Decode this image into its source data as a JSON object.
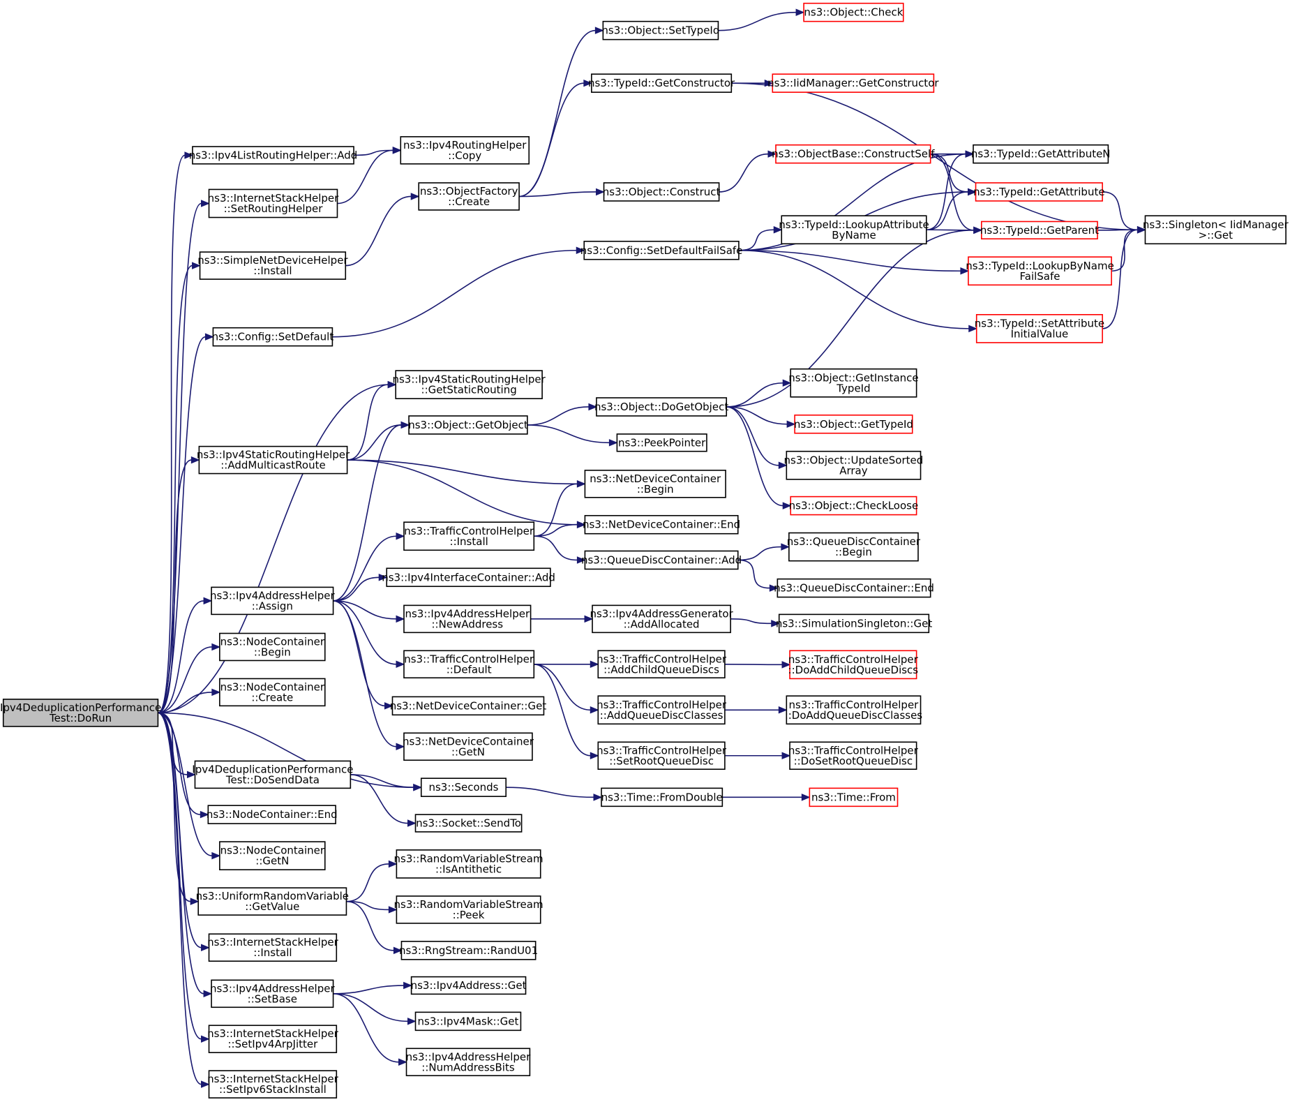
{
  "colors": {
    "edge": "#191970",
    "node_border": "#000000",
    "truncated_border": "#ff0000",
    "root_fill": "#bfbfbf",
    "background": "#ffffff"
  },
  "nodes": [
    {
      "id": "root",
      "lines": [
        "Ipv4DeduplicationPerformance",
        "Test::DoRun"
      ],
      "style": "root"
    },
    {
      "id": "lrh_add",
      "lines": [
        "ns3::Ipv4ListRoutingHelper::Add"
      ]
    },
    {
      "id": "ish_setrouting",
      "lines": [
        "ns3::InternetStackHelper",
        "::SetRoutingHelper"
      ]
    },
    {
      "id": "sndh_install",
      "lines": [
        "ns3::SimpleNetDeviceHelper",
        "::Install"
      ]
    },
    {
      "id": "cfg_setdefault",
      "lines": [
        "ns3::Config::SetDefault"
      ]
    },
    {
      "id": "srh_addmcast",
      "lines": [
        "ns3::Ipv4StaticRoutingHelper",
        "::AddMulticastRoute"
      ]
    },
    {
      "id": "iah_assign",
      "lines": [
        "ns3::Ipv4AddressHelper",
        "::Assign"
      ]
    },
    {
      "id": "nc_begin",
      "lines": [
        "ns3::NodeContainer",
        "::Begin"
      ]
    },
    {
      "id": "nc_create",
      "lines": [
        "ns3::NodeContainer",
        "::Create"
      ]
    },
    {
      "id": "dosend",
      "lines": [
        "Ipv4DeduplicationPerformance",
        "Test::DoSendData"
      ]
    },
    {
      "id": "nc_end",
      "lines": [
        "ns3::NodeContainer::End"
      ]
    },
    {
      "id": "nc_getn",
      "lines": [
        "ns3::NodeContainer",
        "::GetN"
      ]
    },
    {
      "id": "urv_getvalue",
      "lines": [
        "ns3::UniformRandomVariable",
        "::GetValue"
      ]
    },
    {
      "id": "ish_install",
      "lines": [
        "ns3::InternetStackHelper",
        "::Install"
      ]
    },
    {
      "id": "iah_setbase",
      "lines": [
        "ns3::Ipv4AddressHelper",
        "::SetBase"
      ]
    },
    {
      "id": "ish_arpjitter",
      "lines": [
        "ns3::InternetStackHelper",
        "::SetIpv4ArpJitter"
      ]
    },
    {
      "id": "ish_ipv6",
      "lines": [
        "ns3::InternetStackHelper",
        "::SetIpv6StackInstall"
      ]
    },
    {
      "id": "rh_copy",
      "lines": [
        "ns3::Ipv4RoutingHelper",
        "::Copy"
      ]
    },
    {
      "id": "of_create",
      "lines": [
        "ns3::ObjectFactory",
        "::Create"
      ]
    },
    {
      "id": "srh_getstatic",
      "lines": [
        "ns3::Ipv4StaticRoutingHelper",
        "::GetStaticRouting"
      ]
    },
    {
      "id": "obj_getobject",
      "lines": [
        "ns3::Object::GetObject"
      ]
    },
    {
      "id": "tch_install",
      "lines": [
        "ns3::TrafficControlHelper",
        "::Install"
      ]
    },
    {
      "id": "ifc_add",
      "lines": [
        "ns3::Ipv4InterfaceContainer::Add"
      ]
    },
    {
      "id": "iah_newaddr",
      "lines": [
        "ns3::Ipv4AddressHelper",
        "::NewAddress"
      ]
    },
    {
      "id": "tch_default",
      "lines": [
        "ns3::TrafficControlHelper",
        "::Default"
      ]
    },
    {
      "id": "ndc_get",
      "lines": [
        "ns3::NetDeviceContainer::Get"
      ]
    },
    {
      "id": "ndc_getn",
      "lines": [
        "ns3::NetDeviceContainer",
        "::GetN"
      ]
    },
    {
      "id": "seconds",
      "lines": [
        "ns3::Seconds"
      ]
    },
    {
      "id": "sock_sendto",
      "lines": [
        "ns3::Socket::SendTo"
      ]
    },
    {
      "id": "rvs_antithetic",
      "lines": [
        "ns3::RandomVariableStream",
        "::IsAntithetic"
      ]
    },
    {
      "id": "rvs_peek",
      "lines": [
        "ns3::RandomVariableStream",
        "::Peek"
      ]
    },
    {
      "id": "rng_randu01",
      "lines": [
        "ns3::RngStream::RandU01"
      ]
    },
    {
      "id": "addr_get",
      "lines": [
        "ns3::Ipv4Address::Get"
      ]
    },
    {
      "id": "mask_get",
      "lines": [
        "ns3::Ipv4Mask::Get"
      ]
    },
    {
      "id": "iah_numbits",
      "lines": [
        "ns3::Ipv4AddressHelper",
        "::NumAddressBits"
      ]
    },
    {
      "id": "obj_settypeid",
      "lines": [
        "ns3::Object::SetTypeId"
      ]
    },
    {
      "id": "tid_getctor",
      "lines": [
        "ns3::TypeId::GetConstructor"
      ]
    },
    {
      "id": "obj_construct",
      "lines": [
        "ns3::Object::Construct"
      ]
    },
    {
      "id": "cfg_failsafe",
      "lines": [
        "ns3::Config::SetDefaultFailSafe"
      ]
    },
    {
      "id": "obj_dogetobject",
      "lines": [
        "ns3::Object::DoGetObject"
      ]
    },
    {
      "id": "peekpointer",
      "lines": [
        "ns3::PeekPointer"
      ]
    },
    {
      "id": "ndc_begin",
      "lines": [
        "ns3::NetDeviceContainer",
        "::Begin"
      ]
    },
    {
      "id": "ndc_end",
      "lines": [
        "ns3::NetDeviceContainer::End"
      ]
    },
    {
      "id": "qdc_add",
      "lines": [
        "ns3::QueueDiscContainer::Add"
      ]
    },
    {
      "id": "iag_addalloc",
      "lines": [
        "ns3::Ipv4AddressGenerator",
        "::AddAllocated"
      ]
    },
    {
      "id": "tch_addchild",
      "lines": [
        "ns3::TrafficControlHelper",
        "::AddChildQueueDiscs"
      ]
    },
    {
      "id": "tch_addclasses",
      "lines": [
        "ns3::TrafficControlHelper",
        "::AddQueueDiscClasses"
      ]
    },
    {
      "id": "tch_setroot",
      "lines": [
        "ns3::TrafficControlHelper",
        "::SetRootQueueDisc"
      ]
    },
    {
      "id": "time_fromdouble",
      "lines": [
        "ns3::Time::FromDouble"
      ]
    },
    {
      "id": "obj_check",
      "lines": [
        "ns3::Object::Check"
      ],
      "style": "red"
    },
    {
      "id": "iid_getctor",
      "lines": [
        "ns3::IidManager::GetConstructor"
      ],
      "style": "red"
    },
    {
      "id": "ob_constructself",
      "lines": [
        "ns3::ObjectBase::ConstructSelf"
      ],
      "style": "red"
    },
    {
      "id": "tid_lookupattr",
      "lines": [
        "ns3::TypeId::LookupAttribute",
        "ByName"
      ]
    },
    {
      "id": "obj_getinstance",
      "lines": [
        "ns3::Object::GetInstance",
        "TypeId"
      ]
    },
    {
      "id": "obj_gettypeid",
      "lines": [
        "ns3::Object::GetTypeId"
      ],
      "style": "red"
    },
    {
      "id": "obj_updatesorted",
      "lines": [
        "ns3::Object::UpdateSorted",
        "Array"
      ]
    },
    {
      "id": "obj_checkloose",
      "lines": [
        "ns3::Object::CheckLoose"
      ],
      "style": "red"
    },
    {
      "id": "qdc_begin",
      "lines": [
        "ns3::QueueDiscContainer",
        "::Begin"
      ]
    },
    {
      "id": "qdc_end",
      "lines": [
        "ns3::QueueDiscContainer::End"
      ]
    },
    {
      "id": "ss_get",
      "lines": [
        "ns3::SimulationSingleton::Get"
      ]
    },
    {
      "id": "tch_doaddchild",
      "lines": [
        "ns3::TrafficControlHelper",
        "::DoAddChildQueueDiscs"
      ],
      "style": "red"
    },
    {
      "id": "tch_doaddclasses",
      "lines": [
        "ns3::TrafficControlHelper",
        "::DoAddQueueDiscClasses"
      ]
    },
    {
      "id": "tch_dosetroot",
      "lines": [
        "ns3::TrafficControlHelper",
        "::DoSetRootQueueDisc"
      ]
    },
    {
      "id": "time_from",
      "lines": [
        "ns3::Time::From"
      ],
      "style": "red"
    },
    {
      "id": "tid_getattrn",
      "lines": [
        "ns3::TypeId::GetAttributeN"
      ]
    },
    {
      "id": "tid_getattr",
      "lines": [
        "ns3::TypeId::GetAttribute"
      ],
      "style": "red"
    },
    {
      "id": "tid_getparent",
      "lines": [
        "ns3::TypeId::GetParent"
      ],
      "style": "red"
    },
    {
      "id": "tid_lookupfailsafe",
      "lines": [
        "ns3::TypeId::LookupByName",
        "FailSafe"
      ],
      "style": "red"
    },
    {
      "id": "tid_setattrinit",
      "lines": [
        "ns3::TypeId::SetAttribute",
        "InitialValue"
      ],
      "style": "red"
    },
    {
      "id": "singleton_get",
      "lines": [
        "ns3::Singleton< IidManager",
        " >::Get"
      ]
    }
  ],
  "edges": [
    [
      "root",
      "lrh_add"
    ],
    [
      "root",
      "ish_setrouting"
    ],
    [
      "root",
      "sndh_install"
    ],
    [
      "root",
      "cfg_setdefault"
    ],
    [
      "root",
      "srh_getstatic"
    ],
    [
      "root",
      "srh_addmcast"
    ],
    [
      "root",
      "iah_assign"
    ],
    [
      "root",
      "nc_begin"
    ],
    [
      "root",
      "nc_create"
    ],
    [
      "root",
      "seconds"
    ],
    [
      "root",
      "dosend"
    ],
    [
      "root",
      "nc_end"
    ],
    [
      "root",
      "nc_getn"
    ],
    [
      "root",
      "urv_getvalue"
    ],
    [
      "root",
      "ish_install"
    ],
    [
      "root",
      "iah_setbase"
    ],
    [
      "root",
      "ish_arpjitter"
    ],
    [
      "root",
      "ish_ipv6"
    ],
    [
      "lrh_add",
      "rh_copy"
    ],
    [
      "ish_setrouting",
      "rh_copy"
    ],
    [
      "sndh_install",
      "of_create"
    ],
    [
      "cfg_setdefault",
      "cfg_failsafe"
    ],
    [
      "srh_addmcast",
      "srh_getstatic"
    ],
    [
      "srh_addmcast",
      "obj_getobject"
    ],
    [
      "srh_addmcast",
      "ndc_begin"
    ],
    [
      "srh_addmcast",
      "ndc_end"
    ],
    [
      "iah_assign",
      "obj_getobject"
    ],
    [
      "iah_assign",
      "tch_install"
    ],
    [
      "iah_assign",
      "ifc_add"
    ],
    [
      "iah_assign",
      "iah_newaddr"
    ],
    [
      "iah_assign",
      "tch_default"
    ],
    [
      "iah_assign",
      "ndc_get"
    ],
    [
      "iah_assign",
      "ndc_getn"
    ],
    [
      "dosend",
      "seconds"
    ],
    [
      "dosend",
      "sock_sendto"
    ],
    [
      "urv_getvalue",
      "rvs_antithetic"
    ],
    [
      "urv_getvalue",
      "rvs_peek"
    ],
    [
      "urv_getvalue",
      "rng_randu01"
    ],
    [
      "iah_setbase",
      "addr_get"
    ],
    [
      "iah_setbase",
      "mask_get"
    ],
    [
      "iah_setbase",
      "iah_numbits"
    ],
    [
      "of_create",
      "obj_settypeid"
    ],
    [
      "of_create",
      "tid_getctor"
    ],
    [
      "of_create",
      "obj_construct"
    ],
    [
      "obj_getobject",
      "obj_dogetobject"
    ],
    [
      "obj_getobject",
      "peekpointer"
    ],
    [
      "tch_install",
      "ndc_begin"
    ],
    [
      "tch_install",
      "ndc_end"
    ],
    [
      "tch_install",
      "qdc_add"
    ],
    [
      "iah_newaddr",
      "iag_addalloc"
    ],
    [
      "tch_default",
      "tch_addchild"
    ],
    [
      "tch_default",
      "tch_addclasses"
    ],
    [
      "tch_default",
      "tch_setroot"
    ],
    [
      "seconds",
      "time_fromdouble"
    ],
    [
      "obj_settypeid",
      "obj_check"
    ],
    [
      "tid_getctor",
      "iid_getctor"
    ],
    [
      "tid_getctor",
      "singleton_get"
    ],
    [
      "obj_construct",
      "ob_constructself"
    ],
    [
      "cfg_failsafe",
      "tid_lookupattr"
    ],
    [
      "cfg_failsafe",
      "tid_getattrn"
    ],
    [
      "cfg_failsafe",
      "tid_getattr"
    ],
    [
      "cfg_failsafe",
      "tid_lookupfailsafe"
    ],
    [
      "cfg_failsafe",
      "tid_setattrinit"
    ],
    [
      "obj_dogetobject",
      "obj_getinstance"
    ],
    [
      "obj_dogetobject",
      "obj_gettypeid"
    ],
    [
      "obj_dogetobject",
      "obj_updatesorted"
    ],
    [
      "obj_dogetobject",
      "obj_checkloose"
    ],
    [
      "obj_dogetobject",
      "tid_getparent"
    ],
    [
      "qdc_add",
      "qdc_begin"
    ],
    [
      "qdc_add",
      "qdc_end"
    ],
    [
      "iag_addalloc",
      "ss_get"
    ],
    [
      "tch_addchild",
      "tch_doaddchild"
    ],
    [
      "tch_addclasses",
      "tch_doaddclasses"
    ],
    [
      "tch_setroot",
      "tch_dosetroot"
    ],
    [
      "time_fromdouble",
      "time_from"
    ],
    [
      "ob_constructself",
      "tid_getattrn"
    ],
    [
      "ob_constructself",
      "tid_getattr"
    ],
    [
      "ob_constructself",
      "tid_getparent"
    ],
    [
      "tid_lookupattr",
      "tid_getattrn"
    ],
    [
      "tid_lookupattr",
      "tid_getattr"
    ],
    [
      "tid_lookupattr",
      "tid_getparent"
    ],
    [
      "tid_getattr",
      "singleton_get"
    ],
    [
      "tid_getparent",
      "singleton_get"
    ],
    [
      "tid_lookupfailsafe",
      "singleton_get"
    ],
    [
      "tid_setattrinit",
      "singleton_get"
    ]
  ]
}
